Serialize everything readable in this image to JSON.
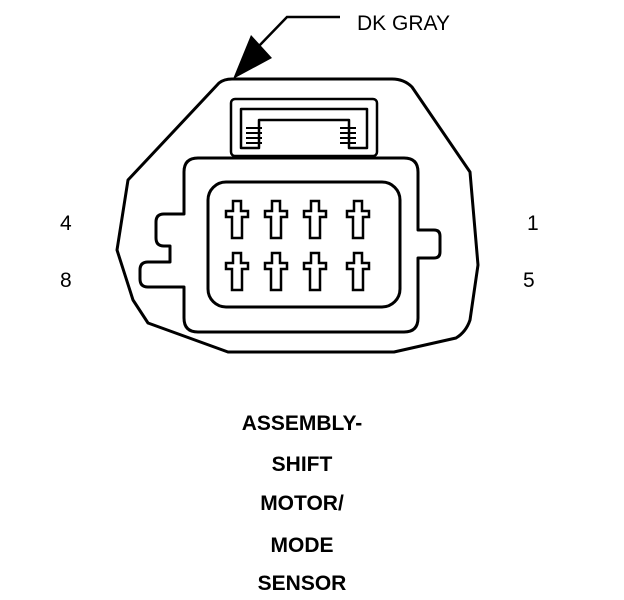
{
  "connector": {
    "wire_color_label": "DK GRAY",
    "pin_labels": {
      "top_left": "4",
      "bottom_left": "8",
      "top_right": "1",
      "bottom_right": "5"
    },
    "title_lines": [
      "ASSEMBLY-",
      "SHIFT",
      "MOTOR/",
      "MODE",
      "SENSOR"
    ],
    "cavity_rows": 2,
    "cavity_cols": 4
  }
}
